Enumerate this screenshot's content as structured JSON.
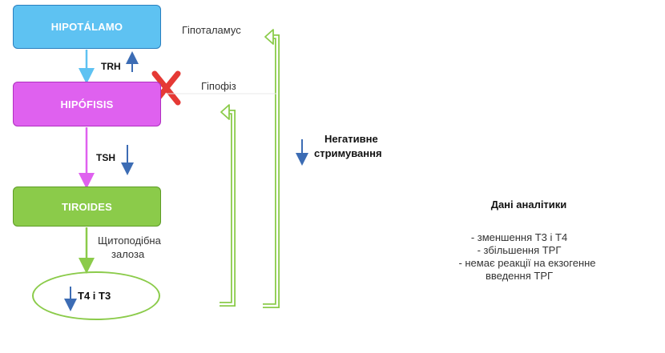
{
  "boxes": {
    "hypothalamus": "HIPOTÁLAMO",
    "pituitary": "HIPÓFISIS",
    "thyroid": "TIROIDES"
  },
  "hormones": {
    "trh": "TRH",
    "tsh": "TSH",
    "t4_t3": "T4 і Т3"
  },
  "labels": {
    "hypothalamus_ua": "Гіпоталамус",
    "pituitary_ua": "Гіпофіз",
    "thyroid_ua_line1": "Щитоподібна",
    "thyroid_ua_line2": "залоза"
  },
  "feedback": {
    "line1": "Негативне",
    "line2": "стримування"
  },
  "analytics": {
    "title": "Дані аналітики",
    "items": [
      "- зменшення Т3 і Т4",
      "- збільшення ТРГ",
      "- немає реакції на екзогенне",
      "введення ТРГ"
    ]
  },
  "colors": {
    "hypothalamus": "#5ec2f2",
    "pituitary": "#df61ef",
    "thyroid": "#8bcb4a",
    "arrow_blue": "#3c6cb4",
    "cross_red": "#e53935",
    "bracket_green": "#8bcb4a"
  }
}
